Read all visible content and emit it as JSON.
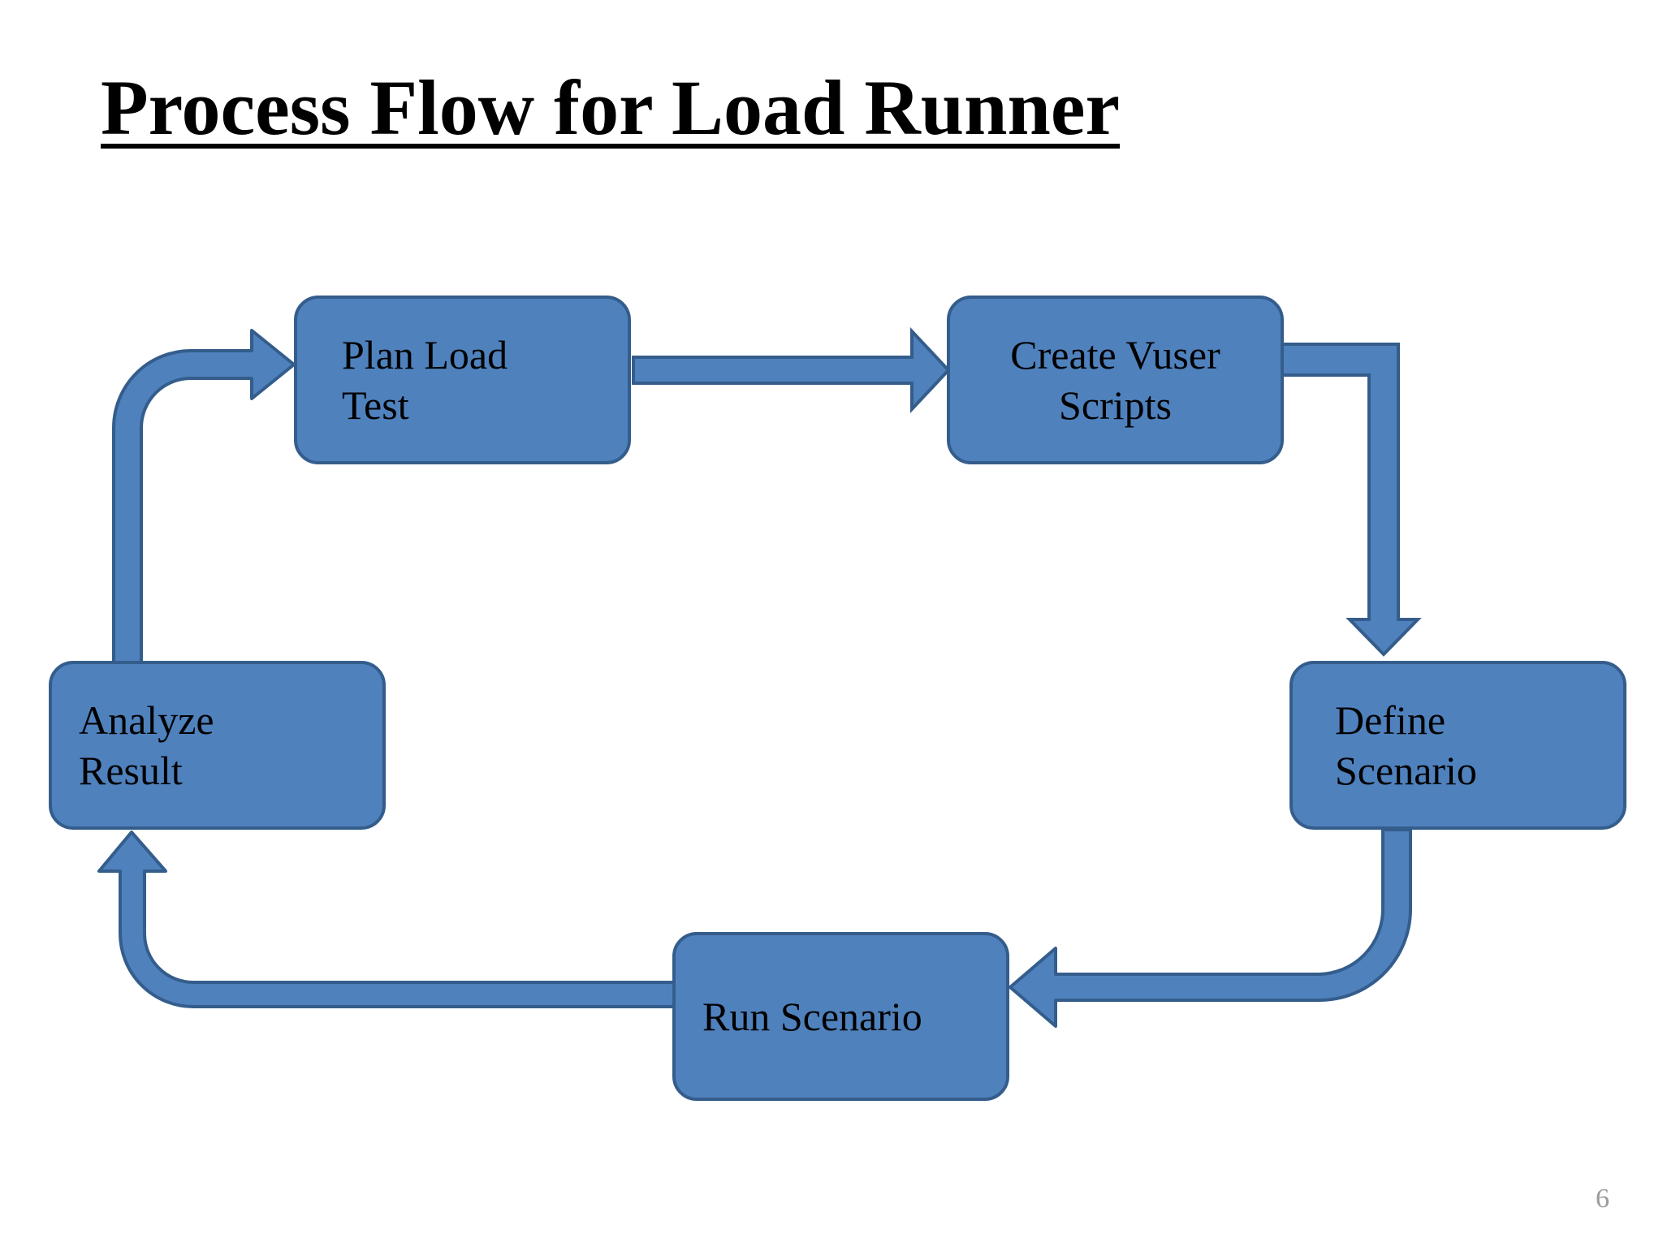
{
  "slide": {
    "title": "Process Flow for Load Runner",
    "page_number": "6"
  },
  "diagram": {
    "steps": [
      {
        "id": "plan",
        "label": "Plan Load\nTest"
      },
      {
        "id": "create",
        "label": "Create Vuser\nScripts"
      },
      {
        "id": "define",
        "label": "Define\nScenario"
      },
      {
        "id": "run",
        "label": "Run Scenario"
      },
      {
        "id": "analyze",
        "label": "Analyze\nResult"
      }
    ],
    "edges": [
      {
        "from": "plan",
        "to": "create"
      },
      {
        "from": "create",
        "to": "define"
      },
      {
        "from": "define",
        "to": "run"
      },
      {
        "from": "run",
        "to": "analyze"
      },
      {
        "from": "analyze",
        "to": "plan"
      }
    ]
  },
  "colors": {
    "box_fill": "#4f81bd",
    "box_border": "#345d8c",
    "arrow_fill": "#4f81bd",
    "arrow_border": "#345d8c",
    "title_text": "#000000",
    "page_number_text": "#9a9a9a"
  }
}
